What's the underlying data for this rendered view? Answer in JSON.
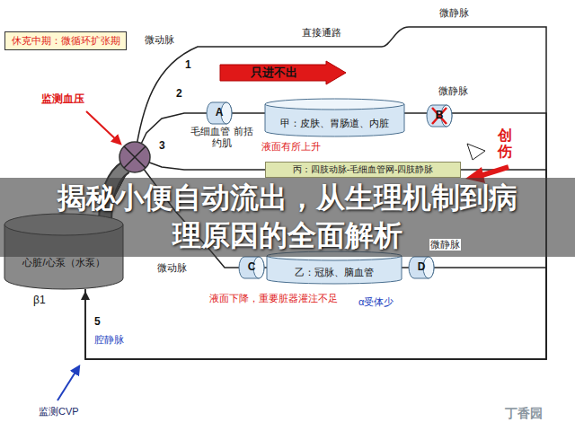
{
  "diagram": {
    "nodes": [
      {
        "text": [
          "休克中期：微循环扩张期"
        ]
      },
      {
        "text": [
          "只进不出"
        ]
      },
      {
        "text": [
          "A"
        ]
      },
      {
        "text": [
          "甲：皮肤、胃肠道、内脏"
        ]
      },
      {
        "text": [
          "B"
        ]
      },
      {
        "text": [
          "丙：四肢动脉-毛细血管网-四肢静脉"
        ]
      },
      {
        "text": [
          "心脏/心泵（水泵）"
        ]
      },
      {
        "text": [
          "C"
        ]
      },
      {
        "text": [
          "乙：冠脉、脑血管"
        ]
      },
      {
        "text": [
          "D"
        ]
      }
    ],
    "edges": [
      {
        "from": 6,
        "to": 2,
        "arrow": "none"
      },
      {
        "from": 2,
        "to": 3,
        "arrow": "none"
      },
      {
        "from": 3,
        "to": 4,
        "arrow": "none"
      },
      {
        "from": 4,
        "to": 6,
        "arrow": "none"
      },
      {
        "from": 6,
        "to": 5,
        "arrow": "none"
      },
      {
        "from": 5,
        "to": 6,
        "arrow": "none"
      },
      {
        "from": 6,
        "to": 7,
        "arrow": "none"
      },
      {
        "from": 7,
        "to": 8,
        "arrow": "none"
      },
      {
        "from": 8,
        "to": 9,
        "arrow": "none"
      },
      {
        "from": 9,
        "to": 6,
        "arrow": "none"
      }
    ],
    "labels": [
      "微动脉",
      "直接通路",
      "微静脉",
      "1",
      "2",
      "毛细血管 前括约肌",
      "微静脉",
      "液面有所上升",
      "3",
      "监测血压",
      "创伤",
      "揭秘小便自动流出，从生理机制到病理原因的全面解析",
      "微静脉",
      "微动脉",
      "液面下降，重要脏器灌注不足",
      "α受体少",
      "β1",
      "5",
      "腔静脉",
      "监测CVP",
      "丁香园"
    ]
  }
}
